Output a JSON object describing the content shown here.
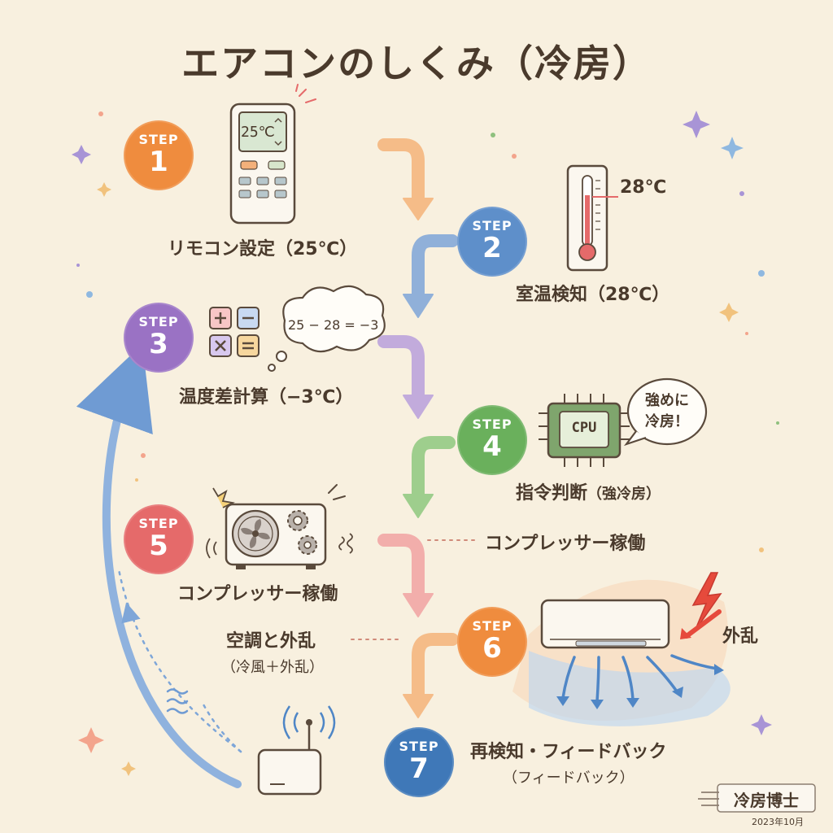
{
  "title": "エアコンのしくみ（冷房）",
  "step_word": "STEP",
  "steps": [
    {
      "number": "1",
      "label": "リモコン設定（25℃）",
      "color": "#ef8c3e",
      "icon": "remote-control-icon"
    },
    {
      "number": "2",
      "label": "室温検知（28℃）",
      "color": "#5e8fca",
      "icon": "thermometer-icon"
    },
    {
      "number": "3",
      "label": "温度差計算（−3℃）",
      "color": "#9a72c4",
      "icon": "calculator-icon"
    },
    {
      "number": "4",
      "label": "指令判断",
      "label_sub": "（強冷房）",
      "color": "#6ab05c",
      "icon": "cpu-chip-icon"
    },
    {
      "number": "5",
      "label": "コンプレッサー稼働",
      "color": "#e56a6a",
      "icon": "outdoor-unit-icon"
    },
    {
      "number": "6",
      "label": "",
      "color": "#ef8c3e",
      "icon": "indoor-ac-unit-icon"
    },
    {
      "number": "7",
      "label": "再検知・フィードバック",
      "label_sub": "（フィードバック）",
      "color": "#3f78b8",
      "icon": "sensor-device-icon"
    }
  ],
  "remote_display": "25℃",
  "thermometer_reading": "28℃",
  "calc_bubble": "25 − 28 = −3",
  "cpu_text": "CPU",
  "speech_bubble": {
    "line1": "強めに",
    "line2": "冷房！"
  },
  "compressor_note": "コンプレッサー稼働",
  "disturbance_note": {
    "line1": "空調と外乱",
    "line2": "（冷風＋外乱）"
  },
  "disturbance_label": "外乱",
  "logo": {
    "text": "冷房博士",
    "date": "2023年10月"
  },
  "colors": {
    "background": "#f8f0df",
    "orange": "#ef8c3e",
    "blue": "#5e8fca",
    "purple": "#9a72c4",
    "green": "#6ab05c",
    "red": "#e56a6a"
  }
}
